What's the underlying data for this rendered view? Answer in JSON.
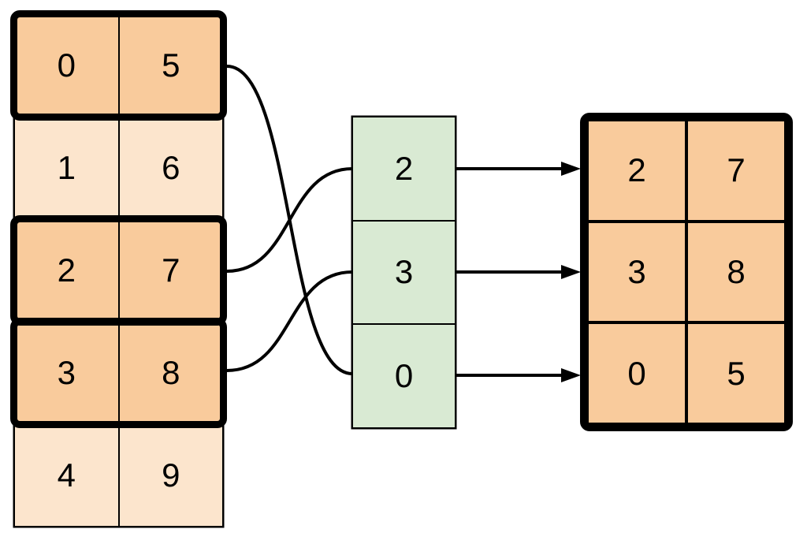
{
  "source_table": {
    "rows": [
      {
        "cells": [
          "0",
          "5"
        ],
        "highlighted": true
      },
      {
        "cells": [
          "1",
          "6"
        ],
        "highlighted": false
      },
      {
        "cells": [
          "2",
          "7"
        ],
        "highlighted": true
      },
      {
        "cells": [
          "3",
          "8"
        ],
        "highlighted": true
      },
      {
        "cells": [
          "4",
          "9"
        ],
        "highlighted": false
      }
    ]
  },
  "index_column": {
    "cells": [
      "2",
      "3",
      "0"
    ]
  },
  "result_table": {
    "rows": [
      [
        "2",
        "7"
      ],
      [
        "3",
        "8"
      ],
      [
        "0",
        "5"
      ]
    ]
  },
  "connections": {
    "curves": [
      {
        "source_row_values": "0,5",
        "index_cell_value": "0"
      },
      {
        "source_row_values": "2,7",
        "index_cell_value": "2"
      },
      {
        "source_row_values": "3,8",
        "index_cell_value": "3"
      }
    ],
    "arrows": [
      {
        "index_cell_value": "2",
        "result_row_values": "2,7"
      },
      {
        "index_cell_value": "3",
        "result_row_values": "3,8"
      },
      {
        "index_cell_value": "0",
        "result_row_values": "0,5"
      }
    ]
  },
  "colors": {
    "highlight_fill": "#f9cb9c",
    "plain_fill": "#fce5cd",
    "index_fill": "#d9ead3",
    "line": "#000000",
    "background": "#ffffff"
  }
}
